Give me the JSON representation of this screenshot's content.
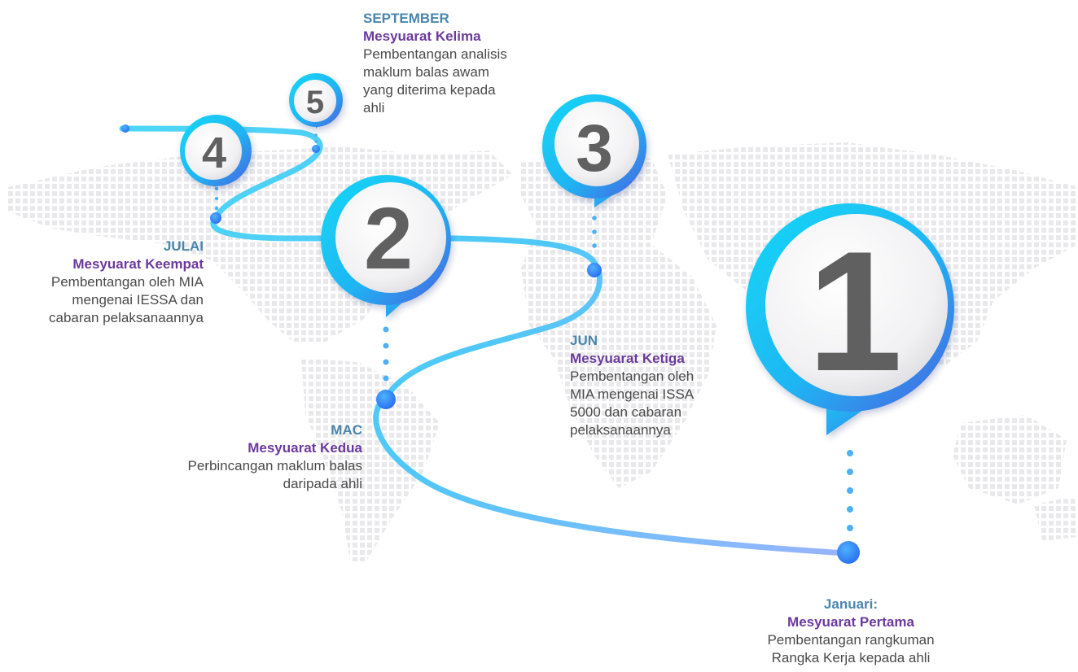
{
  "milestones": [
    {
      "number": "1",
      "month": "Januari:",
      "title": "Mesyuarat Pertama",
      "desc": "Pembentangan rangkuman\nRangka Kerja kepada ahli"
    },
    {
      "number": "2",
      "month": "MAC",
      "title": "Mesyuarat Kedua",
      "desc": "Perbincangan maklum balas\ndaripada ahli"
    },
    {
      "number": "3",
      "month": "JUN",
      "title": "Mesyuarat Ketiga",
      "desc": "Pembentangan oleh\nMIA mengenai ISSA\n5000 dan cabaran\npelaksanaannya"
    },
    {
      "number": "4",
      "month": "JULAI",
      "title": "Mesyuarat Keempat",
      "desc": "Pembentangan oleh MIA\nmengenai IESSA dan\ncabaran pelaksanaannya"
    },
    {
      "number": "5",
      "month": "SEPTEMBER",
      "title": "Mesyuarat Kelima",
      "desc": "Pembentangan analisis\nmaklum balas awam\nyang diterima kepada\nahli"
    }
  ],
  "colors": {
    "path_start": "#9ab3ff",
    "path_end": "#4fd6f7",
    "pin_light": "#16d3f5",
    "pin_dark": "#3a6be6",
    "month": "#4a86ad",
    "title": "#6b3a9c",
    "map_dots": "#e9e9ec"
  }
}
